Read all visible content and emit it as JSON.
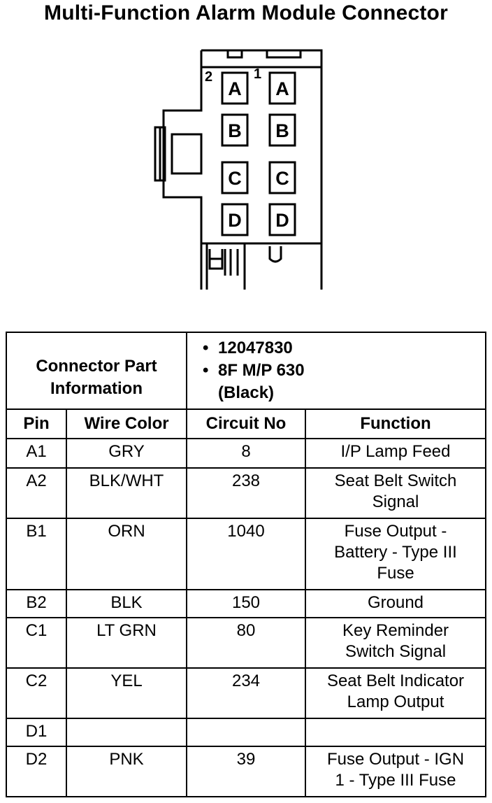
{
  "title": "Multi-Function Alarm Module Connector",
  "connector": {
    "column_labels": [
      "2",
      "1"
    ],
    "pin_rows": [
      "A",
      "B",
      "C",
      "D"
    ]
  },
  "table": {
    "info_label": "Connector Part Information",
    "info_values": [
      "12047830",
      "8F M/P 630",
      "(Black)"
    ],
    "headers": [
      "Pin",
      "Wire Color",
      "Circuit No",
      "Function"
    ],
    "rows": [
      {
        "pin": "A1",
        "wire_color": "GRY",
        "circuit": "8",
        "function": "I/P Lamp Feed"
      },
      {
        "pin": "A2",
        "wire_color": "BLK/WHT",
        "circuit": "238",
        "function": "Seat Belt Switch\nSignal"
      },
      {
        "pin": "B1",
        "wire_color": "ORN",
        "circuit": "1040",
        "function": "Fuse Output -\nBattery - Type III\nFuse"
      },
      {
        "pin": "B2",
        "wire_color": "BLK",
        "circuit": "150",
        "function": "Ground"
      },
      {
        "pin": "C1",
        "wire_color": "LT GRN",
        "circuit": "80",
        "function": "Key Reminder\nSwitch Signal"
      },
      {
        "pin": "C2",
        "wire_color": "YEL",
        "circuit": "234",
        "function": "Seat Belt Indicator\nLamp Output"
      },
      {
        "pin": "D1",
        "wire_color": "",
        "circuit": "",
        "function": ""
      },
      {
        "pin": "D2",
        "wire_color": "PNK",
        "circuit": "39",
        "function": "Fuse Output - IGN\n1 - Type III Fuse"
      }
    ]
  }
}
